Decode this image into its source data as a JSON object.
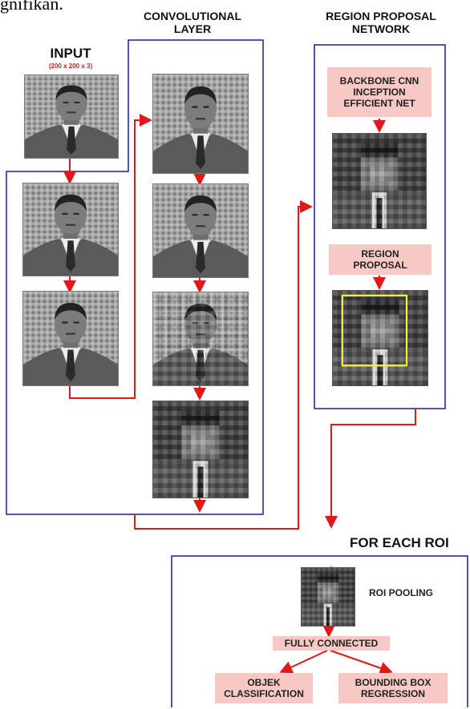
{
  "caption_top": "gnifikan.",
  "headers": {
    "conv_layer": [
      "CONVOLUTIONAL",
      "LAYER"
    ],
    "rpn": [
      "REGION PROPOSAL",
      "NETWORK"
    ],
    "input": "INPUT",
    "input_size": "(200 x 200 x 3)",
    "for_each_roi": "FOR EACH ROI"
  },
  "rpn_boxes": {
    "backbone": [
      "BACKBONE CNN",
      "INCEPTION",
      "EFFICIENT NET"
    ],
    "region_proposal": [
      "REGION",
      "PROPOSAL"
    ]
  },
  "roi_section": {
    "roi_pooling": "ROI POOLING",
    "fully_connected": "FULLY CONNECTED",
    "objek": [
      "OBJEK",
      "CLASSIFICATION"
    ],
    "bbox": [
      "BOUNDING BOX",
      "REGRESSION"
    ]
  },
  "colors": {
    "frame_blue": "#1a1aa0",
    "arrow_red": "#e01818",
    "box_pink": "#f7c8c4",
    "input_red": "#d42020",
    "roi_yellow": "#f2ee44"
  }
}
